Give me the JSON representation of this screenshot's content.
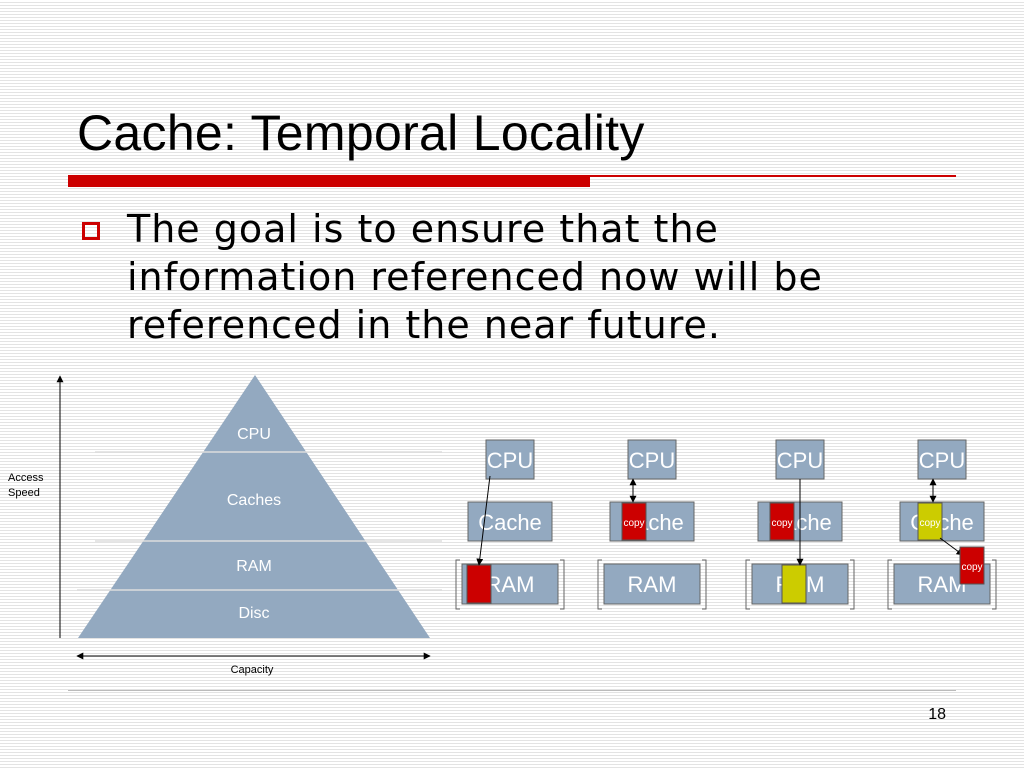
{
  "title": "Cache: Temporal Locality",
  "bullet": "The goal is to ensure that the information referenced now will be referenced in the near future.",
  "pyramid": {
    "levels": [
      "CPU",
      "Caches",
      "RAM",
      "Disc"
    ],
    "y_axis_label_line1": "Access",
    "y_axis_label_line2": "Speed",
    "x_axis_label": "Capacity"
  },
  "panels": [
    {
      "cpu": "CPU",
      "cache": "Cache",
      "ram": "RAM",
      "copy_cache": "",
      "copy_ram": ""
    },
    {
      "cpu": "CPU",
      "cache": "Cache",
      "ram": "RAM",
      "copy_cache": "copy",
      "copy_ram": ""
    },
    {
      "cpu": "CPU",
      "cache": "Cache",
      "ram": "RAM",
      "copy_cache": "copy",
      "copy_ram": ""
    },
    {
      "cpu": "CPU",
      "cache": "Cache",
      "ram": "RAM",
      "copy_cache": "copy",
      "copy_ram": "copy"
    }
  ],
  "colors": {
    "accent": "#cc0000",
    "box": "#93a9c0",
    "copy_red": "#cc0000",
    "copy_yellow": "#cccc00"
  },
  "slide_number": "18"
}
